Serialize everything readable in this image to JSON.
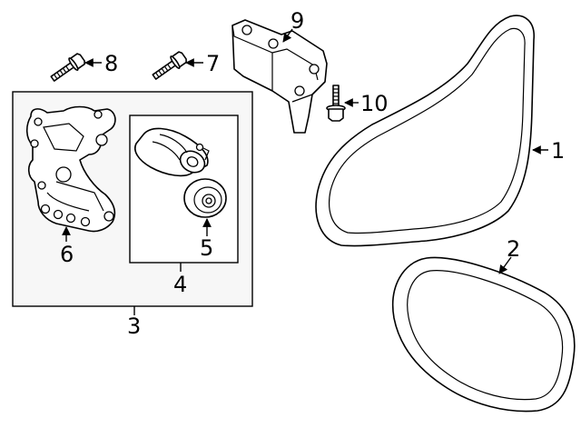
{
  "diagram": {
    "callouts": {
      "c1": "1",
      "c2": "2",
      "c3": "3",
      "c4": "4",
      "c5": "5",
      "c6": "6",
      "c7": "7",
      "c8": "8",
      "c9": "9",
      "c10": "10"
    }
  }
}
